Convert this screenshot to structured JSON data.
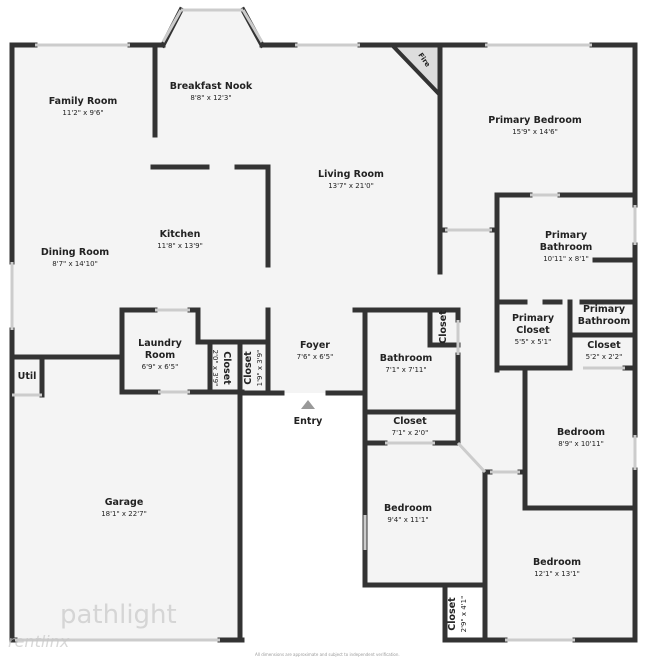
{
  "rooms": [
    {
      "name": "Family Room",
      "dim": "11'2\" x 9'6\""
    },
    {
      "name": "Breakfast Nook",
      "dim": "8'8\" x 12'3\""
    },
    {
      "name": "Primary Bedroom",
      "dim": "15'9\" x 14'6\""
    },
    {
      "name": "Living Room",
      "dim": "13'7\" x 21'0\""
    },
    {
      "name": "Kitchen",
      "dim": "11'8\" x 13'9\""
    },
    {
      "name": "Dining Room",
      "dim": "8'7\" x 14'10\""
    },
    {
      "name": "Primary Bathroom",
      "dim": "10'11\" x 8'1\""
    },
    {
      "name": "Laundry Room",
      "dim": "6'9\" x 6'5\""
    },
    {
      "name": "Closet",
      "dim": "2'0\" x 3'9\""
    },
    {
      "name": "Closet",
      "dim": "1'9\" x 3'9\""
    },
    {
      "name": "Foyer",
      "dim": "7'6\" x 6'5\""
    },
    {
      "name": "Bathroom",
      "dim": "7'1\" x 7'11\""
    },
    {
      "name": "Closet",
      "dim": ""
    },
    {
      "name": "Primary Closet",
      "dim": "5'5\" x 5'1\""
    },
    {
      "name": "Primary Bathroom",
      "dim": ""
    },
    {
      "name": "Closet",
      "dim": "5'2\" x 2'2\""
    },
    {
      "name": "Util",
      "dim": ""
    },
    {
      "name": "Closet",
      "dim": "7'1\" x 2'0\""
    },
    {
      "name": "Bedroom",
      "dim": "8'9\" x 10'11\""
    },
    {
      "name": "Garage",
      "dim": "18'1\" x 22'7\""
    },
    {
      "name": "Bedroom",
      "dim": "9'4\" x 11'1\""
    },
    {
      "name": "Bedroom",
      "dim": "12'1\" x 13'1\""
    },
    {
      "name": "Closet",
      "dim": "2'9\" x 4'1\""
    }
  ],
  "fireplace_label": "Fire",
  "entry_label": "Entry",
  "footer": "All dimensions are approximate and subject to independent verification.",
  "watermarks": {
    "pathlight": "pathlight",
    "rentlinx": "rentlinx"
  },
  "colors": {
    "wall": "#333333",
    "floor": "#f4f4f4",
    "window": "#dddddd"
  }
}
